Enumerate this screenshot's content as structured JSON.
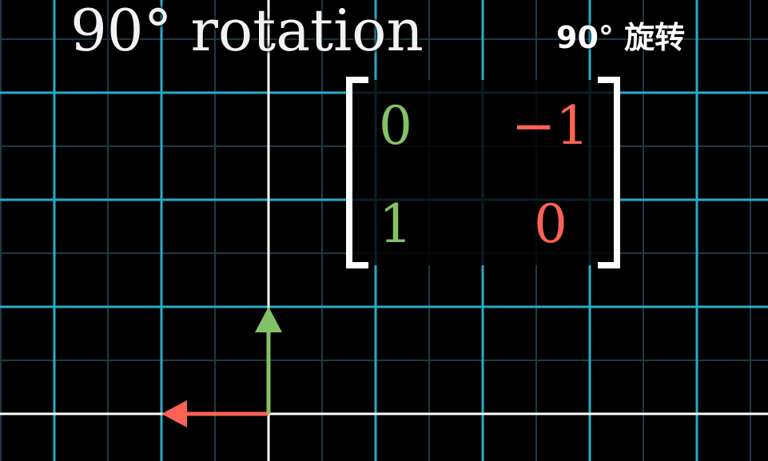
{
  "title": "90° rotation",
  "subtitle": "90° 旋转",
  "matrix": {
    "rows": [
      [
        "0",
        "−1"
      ],
      [
        "1",
        "0"
      ]
    ],
    "column_colors": [
      "#83c167",
      "#fc6255"
    ]
  },
  "vectors": {
    "i_hat_transformed": {
      "from": [
        0,
        0
      ],
      "to": [
        -1,
        0
      ],
      "color": "#fc6255"
    },
    "j_hat_transformed": {
      "from": [
        0,
        0
      ],
      "to": [
        0,
        1
      ],
      "color": "#83c167"
    }
  },
  "colors": {
    "background": "#000000",
    "grid_major": "#29abca",
    "grid_minor": "#1f3a44",
    "axis": "#ffffff"
  }
}
